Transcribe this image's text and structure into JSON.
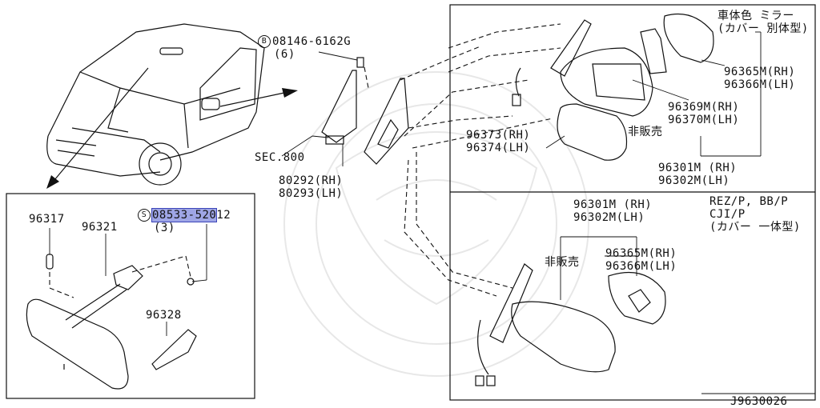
{
  "diagram_code": "J9630026",
  "bolt_ref": {
    "symbol": "B",
    "code": "08146-6162G",
    "qty": "(6)"
  },
  "screw_ref": {
    "symbol": "S",
    "code_highlighted": "08533-520",
    "code_rest": "12",
    "qty": "(3)"
  },
  "labels": {
    "p96317": "96317",
    "p96321": "96321",
    "p96328": "96328",
    "sec800": "SEC.800",
    "p80292": "80292(RH)",
    "p80293": "80293(LH)",
    "body_color_line1": "車体色 ミラー",
    "body_color_line2": "(カバー 別体型)",
    "p96365_top": "96365M(RH)",
    "p96366_top": "96366M(LH)",
    "p96369": "96369M(RH)",
    "p96370": "96370M(LH)",
    "p96373": "96373(RH)",
    "p96374": "96374(LH)",
    "not_sold_top": "非販売",
    "p96301_top": "96301M (RH)",
    "p96302_top": "96302M(LH)",
    "variant_line1": "REZ/P, BB/P",
    "variant_line2": "CJI/P",
    "variant_line3": "(カバー 一体型)",
    "p96301_bot": "96301M (RH)",
    "p96302_bot": "96302M(LH)",
    "not_sold_bot": "非販売",
    "p96365_bot": "96365M(RH)",
    "p96366_bot": "96366M(LH)"
  }
}
